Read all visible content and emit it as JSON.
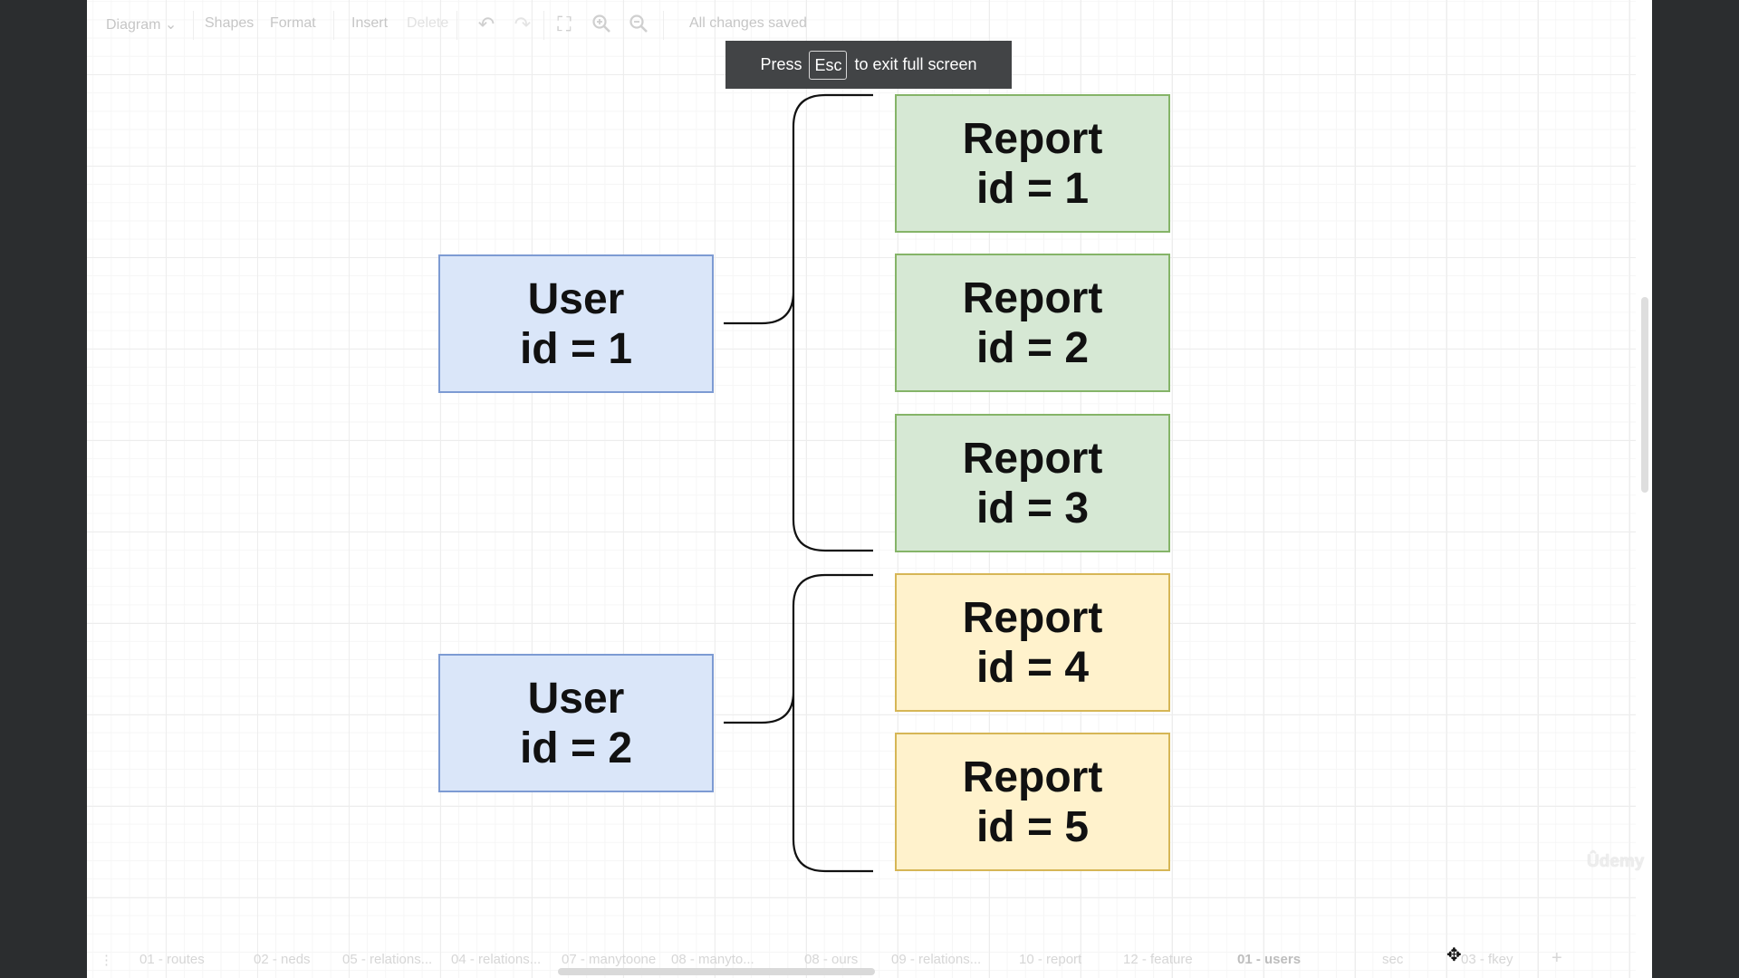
{
  "toolbar": {
    "diagram_menu": "Diagram",
    "shapes": "Shapes",
    "format": "Format",
    "insert": "Insert",
    "delete": "Delete",
    "status": "All changes saved",
    "icons": [
      "undo-icon",
      "redo-icon",
      "fullscreen-icon",
      "zoom-in-icon",
      "zoom-out-icon"
    ]
  },
  "fullscreen_hint": {
    "press": "Press",
    "key": "Esc",
    "rest": "to exit full screen"
  },
  "diagram": {
    "users": [
      {
        "line1": "User",
        "line2": "id = 1"
      },
      {
        "line1": "User",
        "line2": "id = 2"
      }
    ],
    "reports": [
      {
        "line1": "Report",
        "line2": "id = 1",
        "color": "#d6e8d4"
      },
      {
        "line1": "Report",
        "line2": "id = 2",
        "color": "#d6e8d4"
      },
      {
        "line1": "Report",
        "line2": "id = 3",
        "color": "#d6e8d4"
      },
      {
        "line1": "Report",
        "line2": "id = 4",
        "color": "#fff2cc"
      },
      {
        "line1": "Report",
        "line2": "id = 5",
        "color": "#fff2cc"
      }
    ],
    "colors": {
      "user_fill": "#dae6f9",
      "user_border": "#7d9bd3",
      "report_green_fill": "#d6e8d4",
      "report_green_border": "#85b468",
      "report_yellow_fill": "#fff2cc",
      "report_yellow_border": "#d6b656"
    }
  },
  "tabs": [
    "01 - routes",
    "02 - neds",
    "05 - relations...",
    "04 - relations...",
    "07 - manytoone",
    "08 - manyto...",
    "08 - ours",
    "09 - relations...",
    "10 - report",
    "12 - feature",
    "01 - users",
    "sec",
    "03 - fkey"
  ],
  "active_tab": "01 - users",
  "watermark": "Ûdemy"
}
